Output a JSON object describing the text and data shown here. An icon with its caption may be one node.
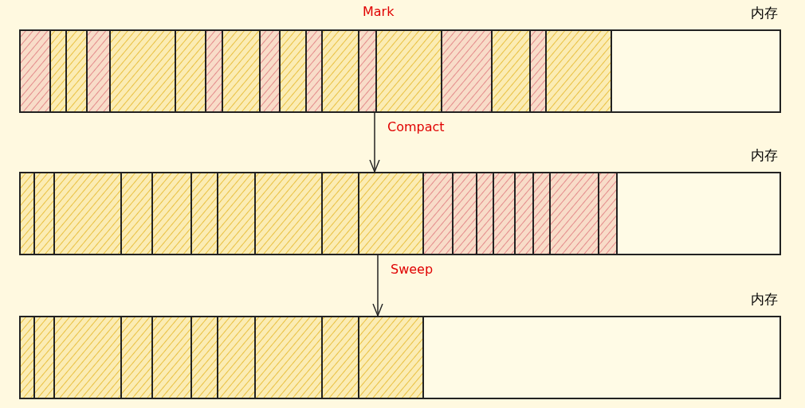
{
  "diagram": {
    "nodes": [
      {
        "text": [
          "内存"
        ]
      },
      {
        "text": [
          "内存"
        ]
      },
      {
        "text": [
          "内存"
        ]
      }
    ],
    "edges": [
      {
        "from": 0,
        "to": 1,
        "arrow": "to",
        "label": "Compact"
      },
      {
        "from": 1,
        "to": 2,
        "arrow": "to",
        "label": "Sweep"
      }
    ],
    "labels": [
      "Mark"
    ]
  }
}
